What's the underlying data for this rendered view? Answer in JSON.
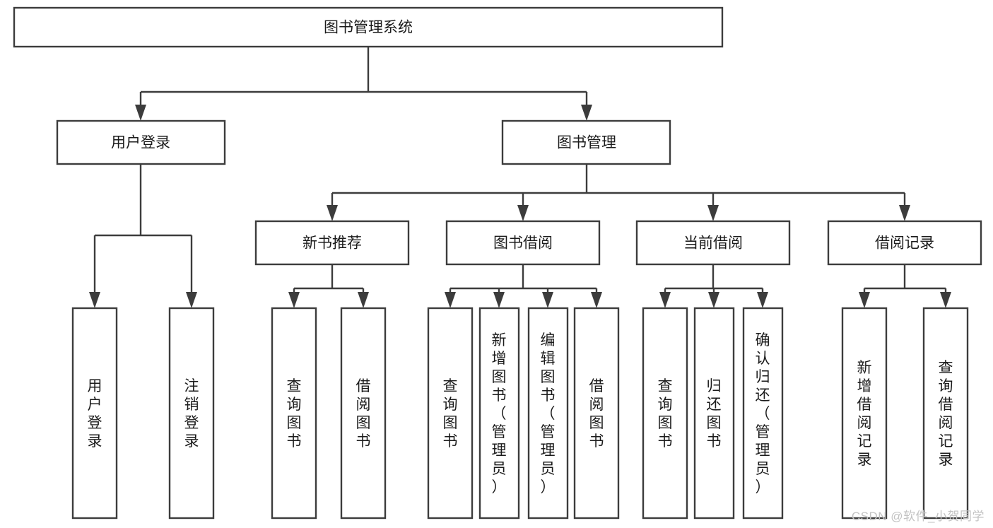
{
  "diagram": {
    "type": "hierarchy-tree",
    "title": "图书管理系统",
    "watermark": "CSDN @软件_小贺同学",
    "colors": {
      "box_stroke": "#3c3c3c",
      "box_fill": "#ffffff",
      "connector": "#3c3c3c",
      "text": "#1b1b1b",
      "watermark": "#c2c2c2",
      "background": "#ffffff"
    },
    "levels": [
      {
        "level": 1,
        "nodes": [
          {
            "id": "root",
            "label": "图书管理系统",
            "orientation": "horizontal"
          }
        ]
      },
      {
        "level": 2,
        "nodes": [
          {
            "id": "login",
            "label": "用户登录",
            "orientation": "horizontal",
            "parent": "root"
          },
          {
            "id": "bookmgmt",
            "label": "图书管理",
            "orientation": "horizontal",
            "parent": "root"
          }
        ]
      },
      {
        "level": 3,
        "nodes": [
          {
            "id": "newbook",
            "label": "新书推荐",
            "orientation": "horizontal",
            "parent": "bookmgmt"
          },
          {
            "id": "borrow",
            "label": "图书借阅",
            "orientation": "horizontal",
            "parent": "bookmgmt"
          },
          {
            "id": "current",
            "label": "当前借阅",
            "orientation": "horizontal",
            "parent": "bookmgmt"
          },
          {
            "id": "record",
            "label": "借阅记录",
            "orientation": "horizontal",
            "parent": "bookmgmt"
          }
        ]
      },
      {
        "level": 4,
        "nodes": [
          {
            "id": "leaf-1",
            "label": "用户登录",
            "orientation": "vertical",
            "parent": "login"
          },
          {
            "id": "leaf-2",
            "label": "注销登录",
            "orientation": "vertical",
            "parent": "login"
          },
          {
            "id": "leaf-3",
            "label": "查询图书",
            "orientation": "vertical",
            "parent": "newbook"
          },
          {
            "id": "leaf-4",
            "label": "借阅图书",
            "orientation": "vertical",
            "parent": "newbook"
          },
          {
            "id": "leaf-5",
            "label": "查询图书",
            "orientation": "vertical",
            "parent": "borrow"
          },
          {
            "id": "leaf-6",
            "label": "新增图书（管理员）",
            "orientation": "vertical",
            "parent": "borrow"
          },
          {
            "id": "leaf-7",
            "label": "编辑图书（管理员）",
            "orientation": "vertical",
            "parent": "borrow"
          },
          {
            "id": "leaf-8",
            "label": "借阅图书",
            "orientation": "vertical",
            "parent": "borrow"
          },
          {
            "id": "leaf-9",
            "label": "查询图书",
            "orientation": "vertical",
            "parent": "current"
          },
          {
            "id": "leaf-10",
            "label": "归还图书",
            "orientation": "vertical",
            "parent": "current"
          },
          {
            "id": "leaf-11",
            "label": "确认归还（管理员）",
            "orientation": "vertical",
            "parent": "current"
          },
          {
            "id": "leaf-12",
            "label": "新增借阅记录",
            "orientation": "vertical",
            "parent": "record"
          },
          {
            "id": "leaf-13",
            "label": "查询借阅记录",
            "orientation": "vertical",
            "parent": "record"
          }
        ]
      }
    ]
  }
}
